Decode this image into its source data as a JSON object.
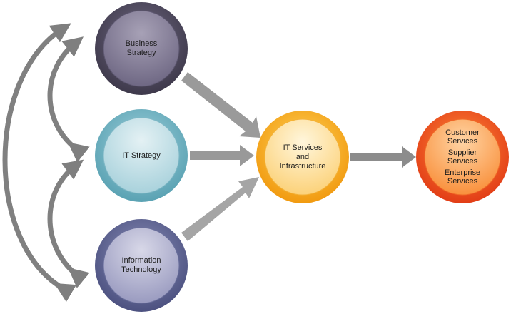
{
  "nodes": {
    "business": {
      "lines": [
        "Business",
        "Strategy"
      ]
    },
    "it_strategy": {
      "lines": [
        "IT Strategy"
      ]
    },
    "info_tech": {
      "lines": [
        "Information",
        "Technology"
      ]
    },
    "it_services": {
      "lines": [
        "IT Services",
        "and",
        "Infrastructure"
      ]
    },
    "customer": {
      "lines": [
        "Customer",
        "Services",
        "Supplier",
        "Services",
        "Enterprise",
        "Services"
      ]
    }
  },
  "colors": {
    "arrow": "#7f7f7f",
    "business": "#4a4458",
    "it_strategy": "#6fb3c2",
    "info_tech": "#5a5f8c",
    "it_services": "#f2a81d",
    "customer": "#e84f1c"
  }
}
